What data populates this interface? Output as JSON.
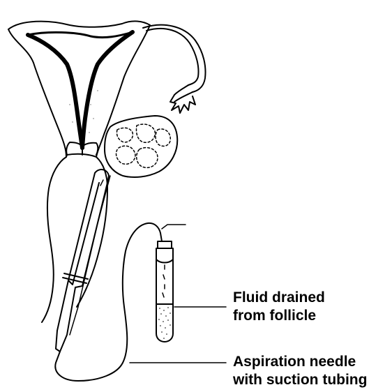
{
  "labels": {
    "fluid": {
      "line1": "Fluid drained",
      "line2": "from follicle"
    },
    "needle": {
      "line1": "Aspiration needle",
      "line2": "with suction tubing"
    }
  }
}
